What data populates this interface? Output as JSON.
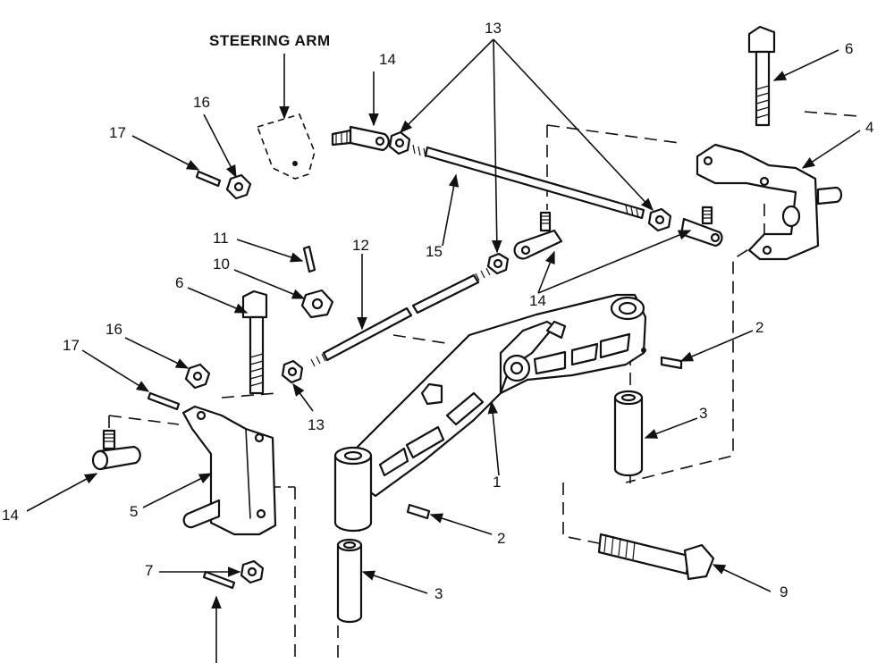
{
  "diagram": {
    "title": "STEERING ARM",
    "callouts": {
      "c1": "1",
      "c2a": "2",
      "c2b": "2",
      "c3a": "3",
      "c3b": "3",
      "c4": "4",
      "c5": "5",
      "c6a": "6",
      "c6b": "6",
      "c7": "7",
      "c9": "9",
      "c10": "10",
      "c11": "11",
      "c12": "12",
      "c13a": "13",
      "c13b": "13",
      "c14a": "14",
      "c14b": "14",
      "c14c": "14",
      "c15": "15",
      "c16a": "16",
      "c16b": "16",
      "c17a": "17",
      "c17b": "17"
    }
  }
}
